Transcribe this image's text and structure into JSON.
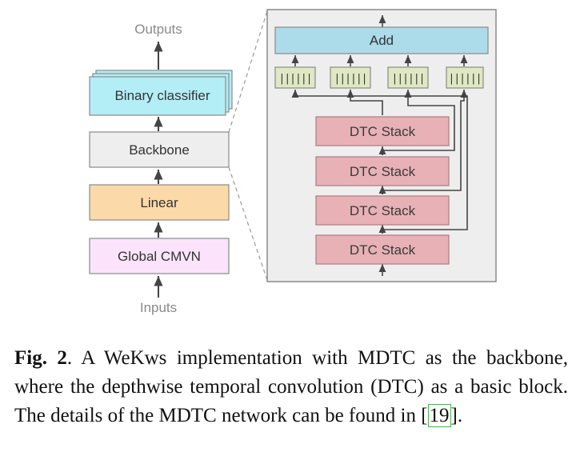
{
  "left_stack": {
    "outputs": "Outputs",
    "binary_classifier": "Binary classifier",
    "backbone": "Backbone",
    "linear": "Linear",
    "global_cmvn": "Global CMVN",
    "inputs": "Inputs"
  },
  "detail": {
    "add": "Add",
    "dtc_stacks": [
      "DTC Stack",
      "DTC Stack",
      "DTC Stack",
      "DTC Stack"
    ],
    "conv_symbol": "||||||"
  },
  "caption": {
    "fig_label": "Fig. 2",
    "text_before_ref": ". A WeKws implementation with MDTC as the backbone, where the depthwise temporal convolution (DTC) as a basic block. The details of the MDTC network can be found in [",
    "ref": "19",
    "text_after_ref": "]."
  },
  "colors": {
    "classifier": "#b3eef7",
    "backbone": "#eeeeee",
    "linear": "#fcd9a8",
    "cmvn": "#fbe4fb",
    "detail_bg": "#eeeeee",
    "add": "#acdbe9",
    "conv": "#dfe8c2",
    "dtc": "#e8b1b5"
  }
}
